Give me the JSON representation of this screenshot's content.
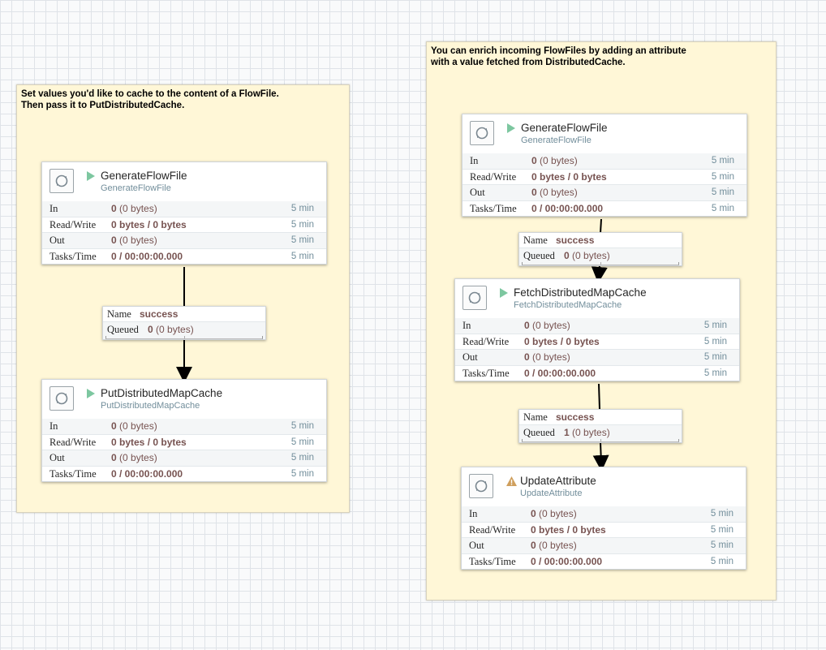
{
  "labels": {
    "left": "Set values you'd like to cache to the content of a FlowFile.\nThen pass it to PutDistributedCache.",
    "right": "You can enrich incoming FlowFiles by adding an attribute\nwith a value fetched from DistributedCache."
  },
  "stat_keys": {
    "in": "In",
    "rw": "Read/Write",
    "out": "Out",
    "tasks": "Tasks/Time"
  },
  "processors": [
    {
      "name": "GenerateFlowFile",
      "type": "GenerateFlowFile",
      "status_icon": "play-icon",
      "in_count": "0",
      "in_bytes": "(0 bytes)",
      "rw": "0 bytes / 0 bytes",
      "out_count": "0",
      "out_bytes": "(0 bytes)",
      "tasks": "0 / 00:00:00.000",
      "window": "5 min"
    },
    {
      "name": "PutDistributedMapCache",
      "type": "PutDistributedMapCache",
      "status_icon": "play-icon",
      "in_count": "0",
      "in_bytes": "(0 bytes)",
      "rw": "0 bytes / 0 bytes",
      "out_count": "0",
      "out_bytes": "(0 bytes)",
      "tasks": "0 / 00:00:00.000",
      "window": "5 min"
    },
    {
      "name": "GenerateFlowFile",
      "type": "GenerateFlowFile",
      "status_icon": "play-icon",
      "in_count": "0",
      "in_bytes": "(0 bytes)",
      "rw": "0 bytes / 0 bytes",
      "out_count": "0",
      "out_bytes": "(0 bytes)",
      "tasks": "0 / 00:00:00.000",
      "window": "5 min"
    },
    {
      "name": "FetchDistributedMapCache",
      "type": "FetchDistributedMapCache",
      "status_icon": "play-icon",
      "in_count": "0",
      "in_bytes": "(0 bytes)",
      "rw": "0 bytes / 0 bytes",
      "out_count": "0",
      "out_bytes": "(0 bytes)",
      "tasks": "0 / 00:00:00.000",
      "window": "5 min"
    },
    {
      "name": "UpdateAttribute",
      "type": "UpdateAttribute",
      "status_icon": "warning-icon",
      "in_count": "0",
      "in_bytes": "(0 bytes)",
      "rw": "0 bytes / 0 bytes",
      "out_count": "0",
      "out_bytes": "(0 bytes)",
      "tasks": "0 / 00:00:00.000",
      "window": "5 min"
    }
  ],
  "conn_keys": {
    "name": "Name",
    "queued": "Queued"
  },
  "connections": [
    {
      "name": "success",
      "queued_count": "0",
      "queued_bytes": "(0 bytes)"
    },
    {
      "name": "success",
      "queued_count": "0",
      "queued_bytes": "(0 bytes)"
    },
    {
      "name": "success",
      "queued_count": "1",
      "queued_bytes": "(0 bytes)"
    }
  ],
  "colors": {
    "label_bg": "#fff7d7",
    "running": "#7dc7a0",
    "warning": "#cf9f5d",
    "value": "#775351",
    "muted": "#728e9b"
  }
}
